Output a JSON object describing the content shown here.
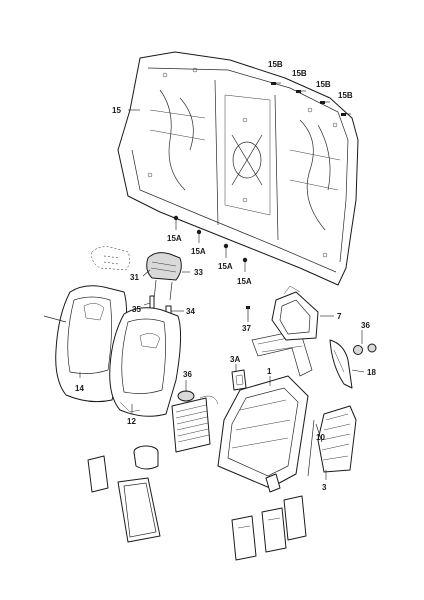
{
  "diagram": {
    "callouts": {
      "c15": "15",
      "c15b_1": "15B",
      "c15b_2": "15B",
      "c15b_3": "15B",
      "c15b_4": "15B",
      "c15a_1": "15A",
      "c15a_2": "15A",
      "c15a_3": "15A",
      "c15a_4": "15A",
      "c31": "31",
      "c33": "33",
      "c35": "35",
      "c34": "34",
      "c37": "37",
      "c7": "7",
      "c36a": "36",
      "c36b": "36",
      "c3a": "3A",
      "c1": "1",
      "c18": "18",
      "c14": "14",
      "c12": "12",
      "c10": "10",
      "c3": "3"
    }
  }
}
